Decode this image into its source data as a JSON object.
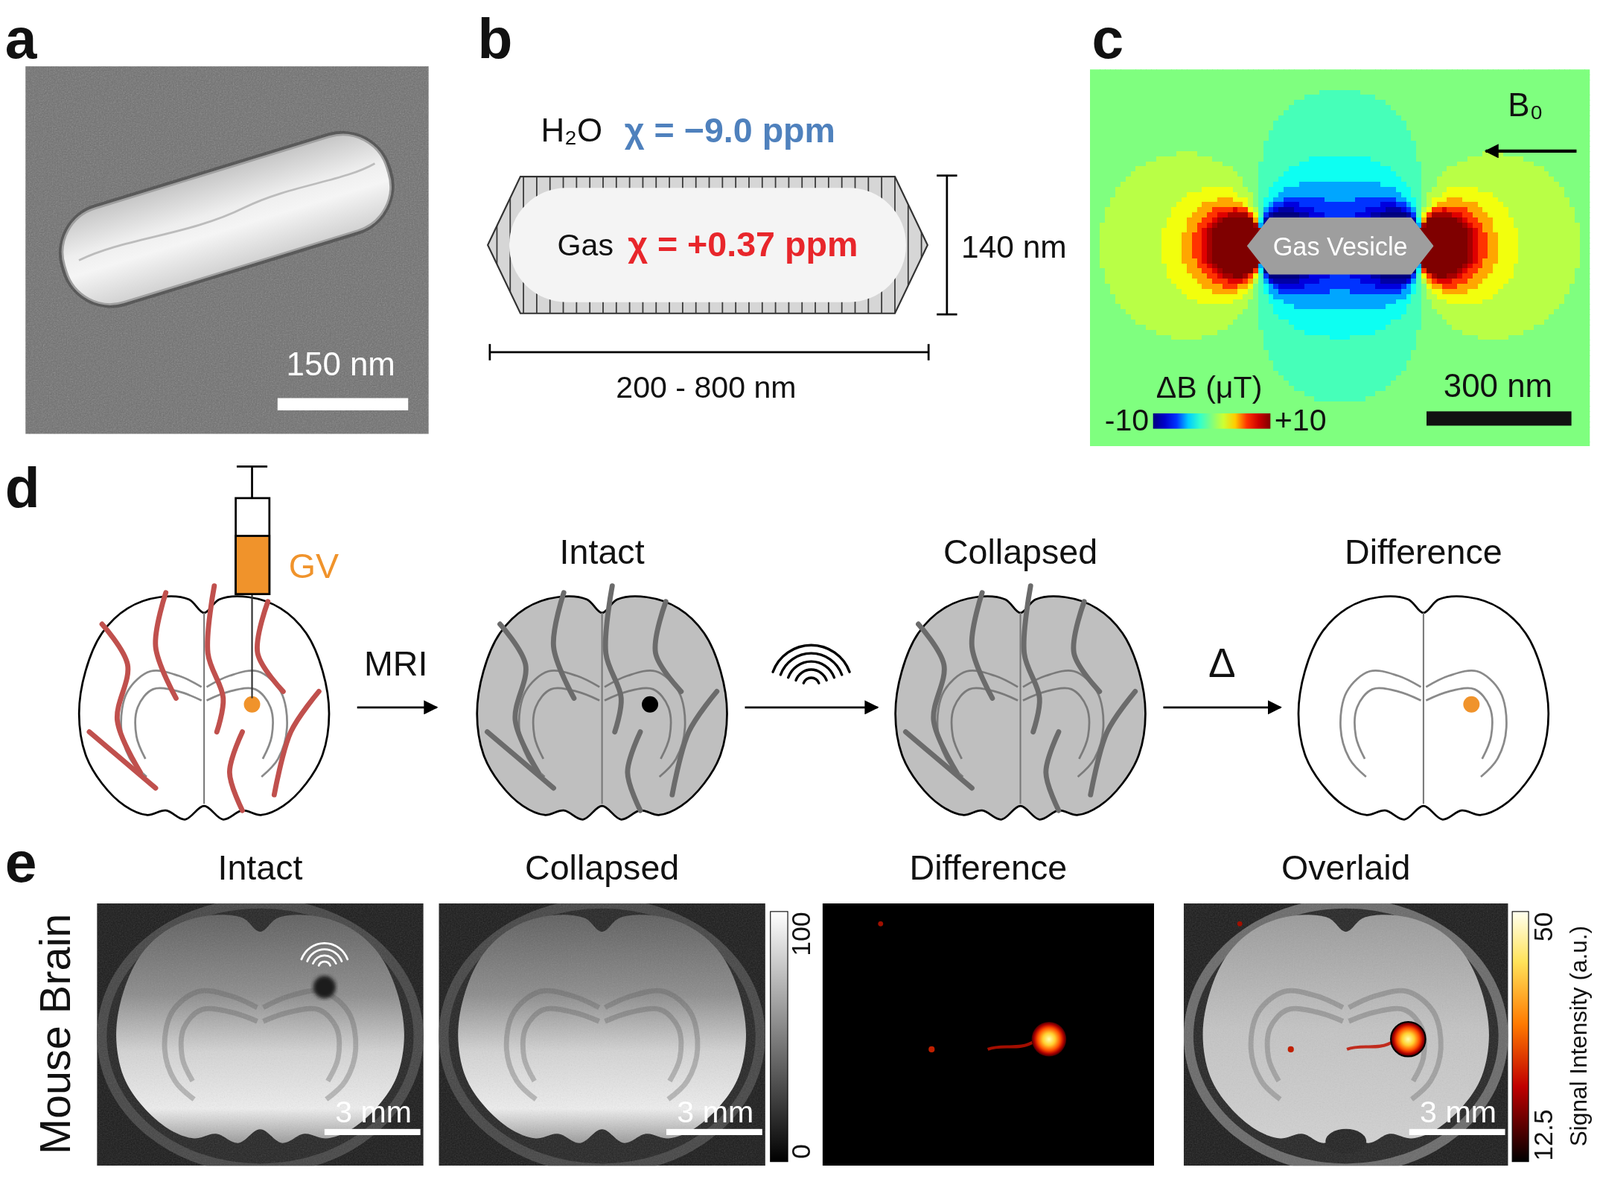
{
  "diagram": {
    "nodes": [
      {
        "text": [
          "Gas",
          "χ = +0.37 ppm"
        ]
      },
      {
        "text": [
          "Gas Vesicle"
        ]
      },
      {
        "text": [
          "Intact"
        ]
      },
      {
        "text": [
          "Collapsed"
        ]
      },
      {
        "text": [
          "Difference"
        ]
      },
      {
        "text": [
          "Intact"
        ]
      },
      {
        "text": [
          "Collapsed"
        ]
      },
      {
        "text": [
          "Difference"
        ]
      },
      {
        "text": [
          "Overlaid"
        ]
      }
    ],
    "edges": [
      {
        "from": 2,
        "to": 3,
        "arrow": "to"
      },
      {
        "from": 3,
        "to": 4,
        "label": "Δ",
        "arrow": "to"
      }
    ],
    "labels": [
      "a",
      "150 nm",
      "b",
      "H₂O",
      "χ = −9.0 ppm",
      "140 nm",
      "200 - 800 nm",
      "c",
      "B₀",
      "ΔB (μT)",
      "-10",
      "+10",
      "300 nm",
      "d",
      "GV",
      "MRI",
      "e",
      "Mouse Brain",
      "3 mm",
      "3 mm",
      "3 mm",
      "100",
      "0",
      "50",
      "12.5",
      "Signal Intensity (a.u.)"
    ]
  }
}
